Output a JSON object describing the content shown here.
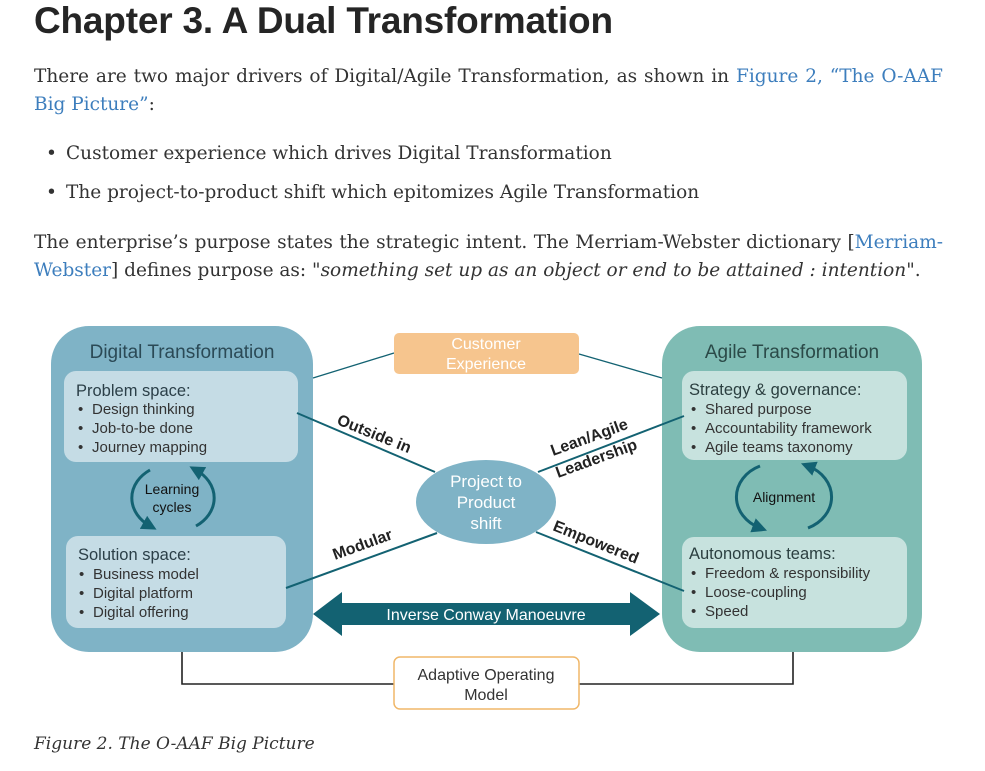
{
  "heading": "Chapter 3. A Dual Transformation",
  "intro": {
    "before": "There are two major drivers of Digital/Agile Transformation, as shown in ",
    "link": "Figure 2, “The O-AAF Big Picture”",
    "after": ":"
  },
  "bullets": [
    "Customer experience which drives Digital Transformation",
    "The project-to-product shift which epitomizes Agile Transformation"
  ],
  "purpose": {
    "before": "The enterprise’s purpose states the strategic intent. The Merriam-Webster dictionary [",
    "link": "Merriam-Webster",
    "middle": "] defines purpose as: \"",
    "quote": "something set up as an object or end to be attained : intention",
    "after": "\"."
  },
  "figure": {
    "digital": {
      "title": "Digital Transformation",
      "problem": {
        "title": "Problem space:",
        "items": [
          "Design thinking",
          "Job-to-be done",
          "Journey mapping"
        ]
      },
      "cycle": [
        "Learning",
        "cycles"
      ],
      "solution": {
        "title": "Solution space:",
        "items": [
          "Business model",
          "Digital platform",
          "Digital offering"
        ]
      }
    },
    "agile": {
      "title": "Agile Transformation",
      "strategy": {
        "title": "Strategy & governance:",
        "items": [
          "Shared purpose",
          "Accountability framework",
          "Agile teams taxonomy"
        ]
      },
      "cycle": "Alignment",
      "teams": {
        "title": "Autonomous teams:",
        "items": [
          "Freedom & responsibility",
          "Loose-coupling",
          "Speed"
        ]
      }
    },
    "customer": [
      "Customer",
      "Experience"
    ],
    "center": [
      "Project to",
      "Product",
      "shift"
    ],
    "labels": {
      "outside_in": "Outside in",
      "lean_agile": [
        "Lean/Agile",
        "Leadership"
      ],
      "modular": "Modular",
      "empowered": "Empowered"
    },
    "arrow": "Inverse Conway Manoeuvre",
    "model": [
      "Adaptive Operating",
      "Model"
    ],
    "colors": {
      "digital_bg": "#7fb3c6",
      "agile_bg": "#7fbcb4",
      "inner_box": "#c5dce5",
      "customer_box": "#f6c58e",
      "center_ellipse": "#7fb3c6",
      "arrow": "#136272",
      "model_border": "#f0b769"
    }
  },
  "caption": "Figure 2. The O-AAF Big Picture"
}
